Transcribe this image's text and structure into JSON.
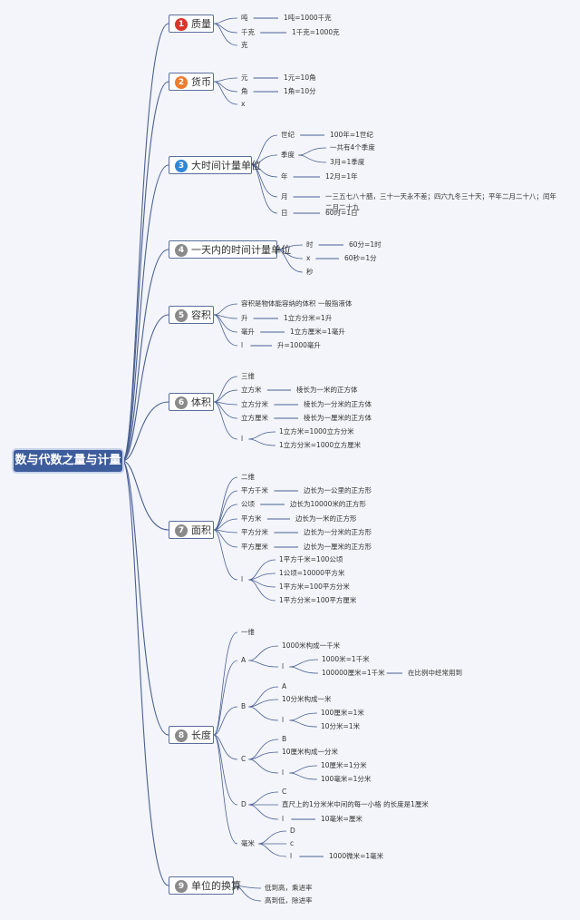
{
  "root": "数与代数之量与计量",
  "colors": {
    "red": "#d9342b",
    "orange": "#ee7b2c",
    "blue": "#2e86d6",
    "grey": "#8a8a8a",
    "line": "#4a5f92"
  },
  "branches": [
    {
      "num": "1",
      "label": "质量",
      "color": "red",
      "children": [
        {
          "t": "吨",
          "leaf": "1吨=1000千克"
        },
        {
          "t": "千克",
          "leaf": "1千克=1000克"
        },
        {
          "t": "克"
        }
      ]
    },
    {
      "num": "2",
      "label": "货币",
      "color": "orange",
      "children": [
        {
          "t": "元",
          "leaf": "1元=10角"
        },
        {
          "t": "角",
          "leaf": "1角=10分"
        },
        {
          "t": "x"
        }
      ]
    },
    {
      "num": "3",
      "label": "大时间计量单位",
      "color": "blue",
      "children": [
        {
          "t": "世纪",
          "leaf": "100年=1世纪"
        },
        {
          "t": "季度",
          "subs": [
            {
              "t": "一共有4个季度"
            },
            {
              "t": "3月=1季度"
            }
          ]
        },
        {
          "t": "年",
          "leaf": "12月=1年"
        },
        {
          "t": "月",
          "leaf": "一三五七八十腊，三十一天永不差；四六九冬三十天；平年二月二十八；闰年",
          "leaf2": "二月二十九"
        },
        {
          "t": "日",
          "leaf": "60时=1日"
        }
      ]
    },
    {
      "num": "4",
      "label": "一天内的时间计量单位",
      "color": "grey",
      "children": [
        {
          "t": "时",
          "leaf": "60分=1时"
        },
        {
          "t": "x",
          "leaf": "60秒=1分"
        },
        {
          "t": "秒"
        }
      ]
    },
    {
      "num": "5",
      "label": "容积",
      "color": "grey",
      "children": [
        {
          "t": "容积是物体能容纳的体积 一般指液体"
        },
        {
          "t": "升",
          "leaf": "1立方分米=1升"
        },
        {
          "t": "毫升",
          "leaf": "1立方厘米=1毫升"
        },
        {
          "t": "l",
          "leaf": "升=1000毫升"
        }
      ]
    },
    {
      "num": "6",
      "label": "体积",
      "color": "grey",
      "children": [
        {
          "t": "三维"
        },
        {
          "t": "立方米",
          "leaf": "棱长为一米的正方体"
        },
        {
          "t": "立方分米",
          "leaf": "棱长为一分米的正方体"
        },
        {
          "t": "立方厘米",
          "leaf": "棱长为一厘米的正方体"
        },
        {
          "t": "l",
          "subs": [
            {
              "t": "1立方米=1000立方分米"
            },
            {
              "t": "1立方分米=1000立方厘米"
            }
          ]
        }
      ]
    },
    {
      "num": "7",
      "label": "面积",
      "color": "grey",
      "children": [
        {
          "t": "二维"
        },
        {
          "t": "平方千米",
          "leaf": "边长为一公里的正方形"
        },
        {
          "t": "公顷",
          "leaf": "边长为10000米的正方形"
        },
        {
          "t": "平方米",
          "leaf": "边长为一米的正方形"
        },
        {
          "t": "平方分米",
          "leaf": "边长为一分米的正方形"
        },
        {
          "t": "平方厘米",
          "leaf": "边长为一厘米的正方形"
        },
        {
          "t": "l",
          "subs": [
            {
              "t": "1平方千米=100公顷"
            },
            {
              "t": "1公顷=10000平方米"
            },
            {
              "t": "1平方米=100平方分米"
            },
            {
              "t": "1平方分米=100平方厘米"
            }
          ]
        }
      ]
    },
    {
      "num": "8",
      "label": "长度",
      "color": "grey",
      "children": [
        {
          "t": "一维"
        },
        {
          "t": "A",
          "subs": [
            {
              "t": "1000米构成一千米"
            },
            {
              "t": "l",
              "subs": [
                {
                  "t": "1000米=1千米"
                },
                {
                  "t": "100000厘米=1千米",
                  "leaf": "在比例中经常用到"
                }
              ]
            }
          ]
        },
        {
          "t": "B",
          "subs": [
            {
              "t": "A"
            },
            {
              "t": "10分米构成一米"
            },
            {
              "t": "l",
              "subs": [
                {
                  "t": "100厘米=1米"
                },
                {
                  "t": "10分米=1米"
                }
              ]
            }
          ]
        },
        {
          "t": "C",
          "subs": [
            {
              "t": "B"
            },
            {
              "t": "10厘米构成一分米"
            },
            {
              "t": "l",
              "subs": [
                {
                  "t": "10厘米=1分米"
                },
                {
                  "t": "100毫米=1分米"
                }
              ]
            }
          ]
        },
        {
          "t": "D",
          "subs": [
            {
              "t": "C"
            },
            {
              "t": "直尺上的1分米米中间的每一小格 的长度是1厘米"
            },
            {
              "t": "l",
              "leaf": "10毫米=厘米"
            }
          ]
        },
        {
          "t": "毫米",
          "subs": [
            {
              "t": "D"
            },
            {
              "t": "c"
            },
            {
              "t": "l",
              "leaf": "1000微米=1毫米"
            }
          ]
        }
      ]
    },
    {
      "num": "9",
      "label": "单位的换算",
      "color": "grey",
      "children": [
        {
          "t": "低到高，乘进率"
        },
        {
          "t": "高到低，除进率"
        }
      ]
    }
  ]
}
